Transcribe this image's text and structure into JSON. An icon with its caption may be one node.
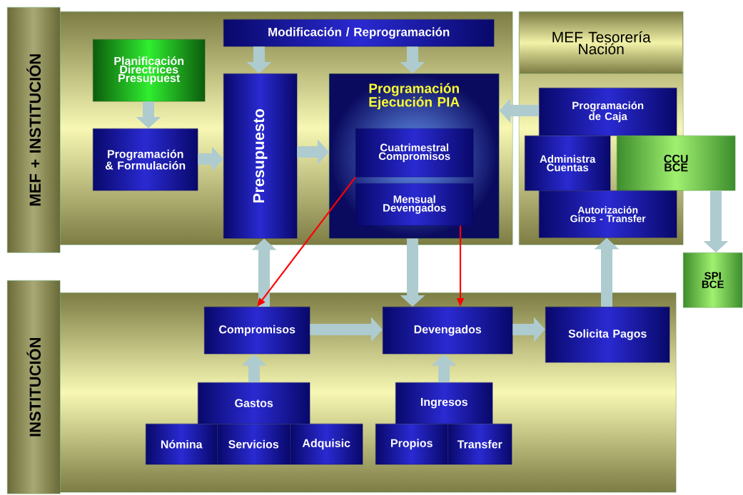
{
  "diagram": {
    "nodes": [
      {
        "text": [
          "MEF + INSTITUCIÓN"
        ]
      },
      {
        "text": [],
        "shape": "box"
      },
      {
        "text": [
          "Modificación / Reprogramación"
        ],
        "in": 1
      },
      {
        "text": [
          "Planificación Directrices Presupuest"
        ],
        "in": 1
      },
      {
        "text": [
          "Programación & Formulación"
        ],
        "in": 1
      },
      {
        "text": [
          "Presupuesto"
        ],
        "in": 1
      },
      {
        "text": [
          "Programación Ejecución PIA"
        ],
        "in": 1
      },
      {
        "text": [
          "Cuatrimestral Compromisos"
        ],
        "in": 6
      },
      {
        "text": [
          "Mensual Devengados"
        ],
        "in": 6
      },
      {
        "text": [
          "MEF Tesorería Nación"
        ]
      },
      {
        "text": [
          "Programación de Caja"
        ],
        "in": 9
      },
      {
        "text": [
          "Administra Cuentas"
        ],
        "in": 9
      },
      {
        "text": [
          "CCU BCE"
        ]
      },
      {
        "text": [
          "Autorización Giros - Transfer"
        ],
        "in": 9
      },
      {
        "text": [
          "SPI BCE"
        ]
      },
      {
        "text": [
          "INSTITUCIÓN"
        ]
      },
      {
        "text": [],
        "shape": "box"
      },
      {
        "text": [
          "Compromisos"
        ],
        "in": 16
      },
      {
        "text": [
          "Devengados"
        ],
        "in": 16
      },
      {
        "text": [
          "Solicita Pagos"
        ],
        "in": 16
      },
      {
        "text": [
          "Gastos"
        ],
        "in": 16
      },
      {
        "text": [
          "Nómina"
        ],
        "in": 16
      },
      {
        "text": [
          "Servicios"
        ],
        "in": 16
      },
      {
        "text": [
          "Adquisic"
        ],
        "in": 16
      },
      {
        "text": [
          "Ingresos"
        ],
        "in": 16
      },
      {
        "text": [
          "Propios"
        ],
        "in": 16
      },
      {
        "text": [
          "Transfer"
        ],
        "in": 16
      }
    ],
    "edges": [
      {
        "from": 3,
        "to": 4,
        "arrow": "to"
      },
      {
        "from": 4,
        "to": 5,
        "arrow": "to"
      },
      {
        "from": 2,
        "to": 5,
        "arrow": "to"
      },
      {
        "from": 2,
        "to": 6,
        "arrow": "to"
      },
      {
        "from": 5,
        "to": 6,
        "arrow": "to"
      },
      {
        "from": 10,
        "to": 6,
        "arrow": "to"
      },
      {
        "from": 17,
        "to": 5,
        "arrow": "to"
      },
      {
        "from": 6,
        "to": 18,
        "arrow": "to"
      },
      {
        "from": 19,
        "to": 13,
        "arrow": "to"
      },
      {
        "from": 12,
        "to": 14,
        "arrow": "to"
      },
      {
        "from": 17,
        "to": 18,
        "arrow": "to"
      },
      {
        "from": 18,
        "to": 19,
        "arrow": "to"
      },
      {
        "from": 20,
        "to": 17,
        "arrow": "to"
      },
      {
        "from": 24,
        "to": 18,
        "arrow": "to"
      },
      {
        "from": 7,
        "to": 17,
        "arrow": "to",
        "color": "#ff0000"
      },
      {
        "from": 8,
        "to": 18,
        "arrow": "to",
        "color": "#ff0000"
      }
    ]
  }
}
